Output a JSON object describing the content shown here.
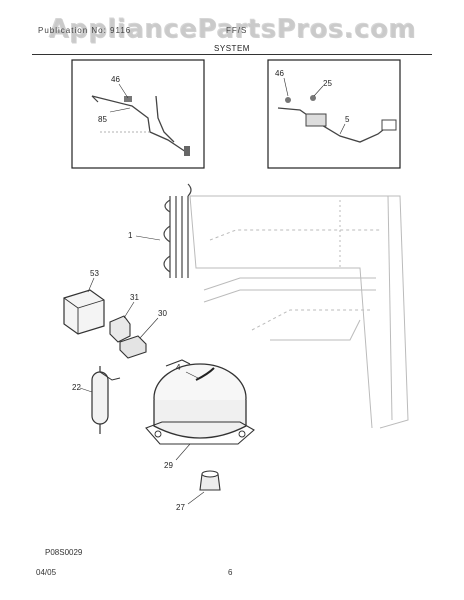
{
  "watermark": "AppliancePartsPros.com",
  "header": {
    "left_text": "Publication No: 9116",
    "right_text": "FF/S",
    "section_title": "SYSTEM"
  },
  "callouts": {
    "inset_left": [
      "46",
      "85"
    ],
    "inset_right": [
      "46",
      "25",
      "5"
    ],
    "main": [
      "1",
      "53",
      "31",
      "30",
      "22",
      "4",
      "29",
      "27"
    ]
  },
  "footer": {
    "diagram_code": "P08S0029",
    "date": "04/05",
    "page_number": "6"
  }
}
